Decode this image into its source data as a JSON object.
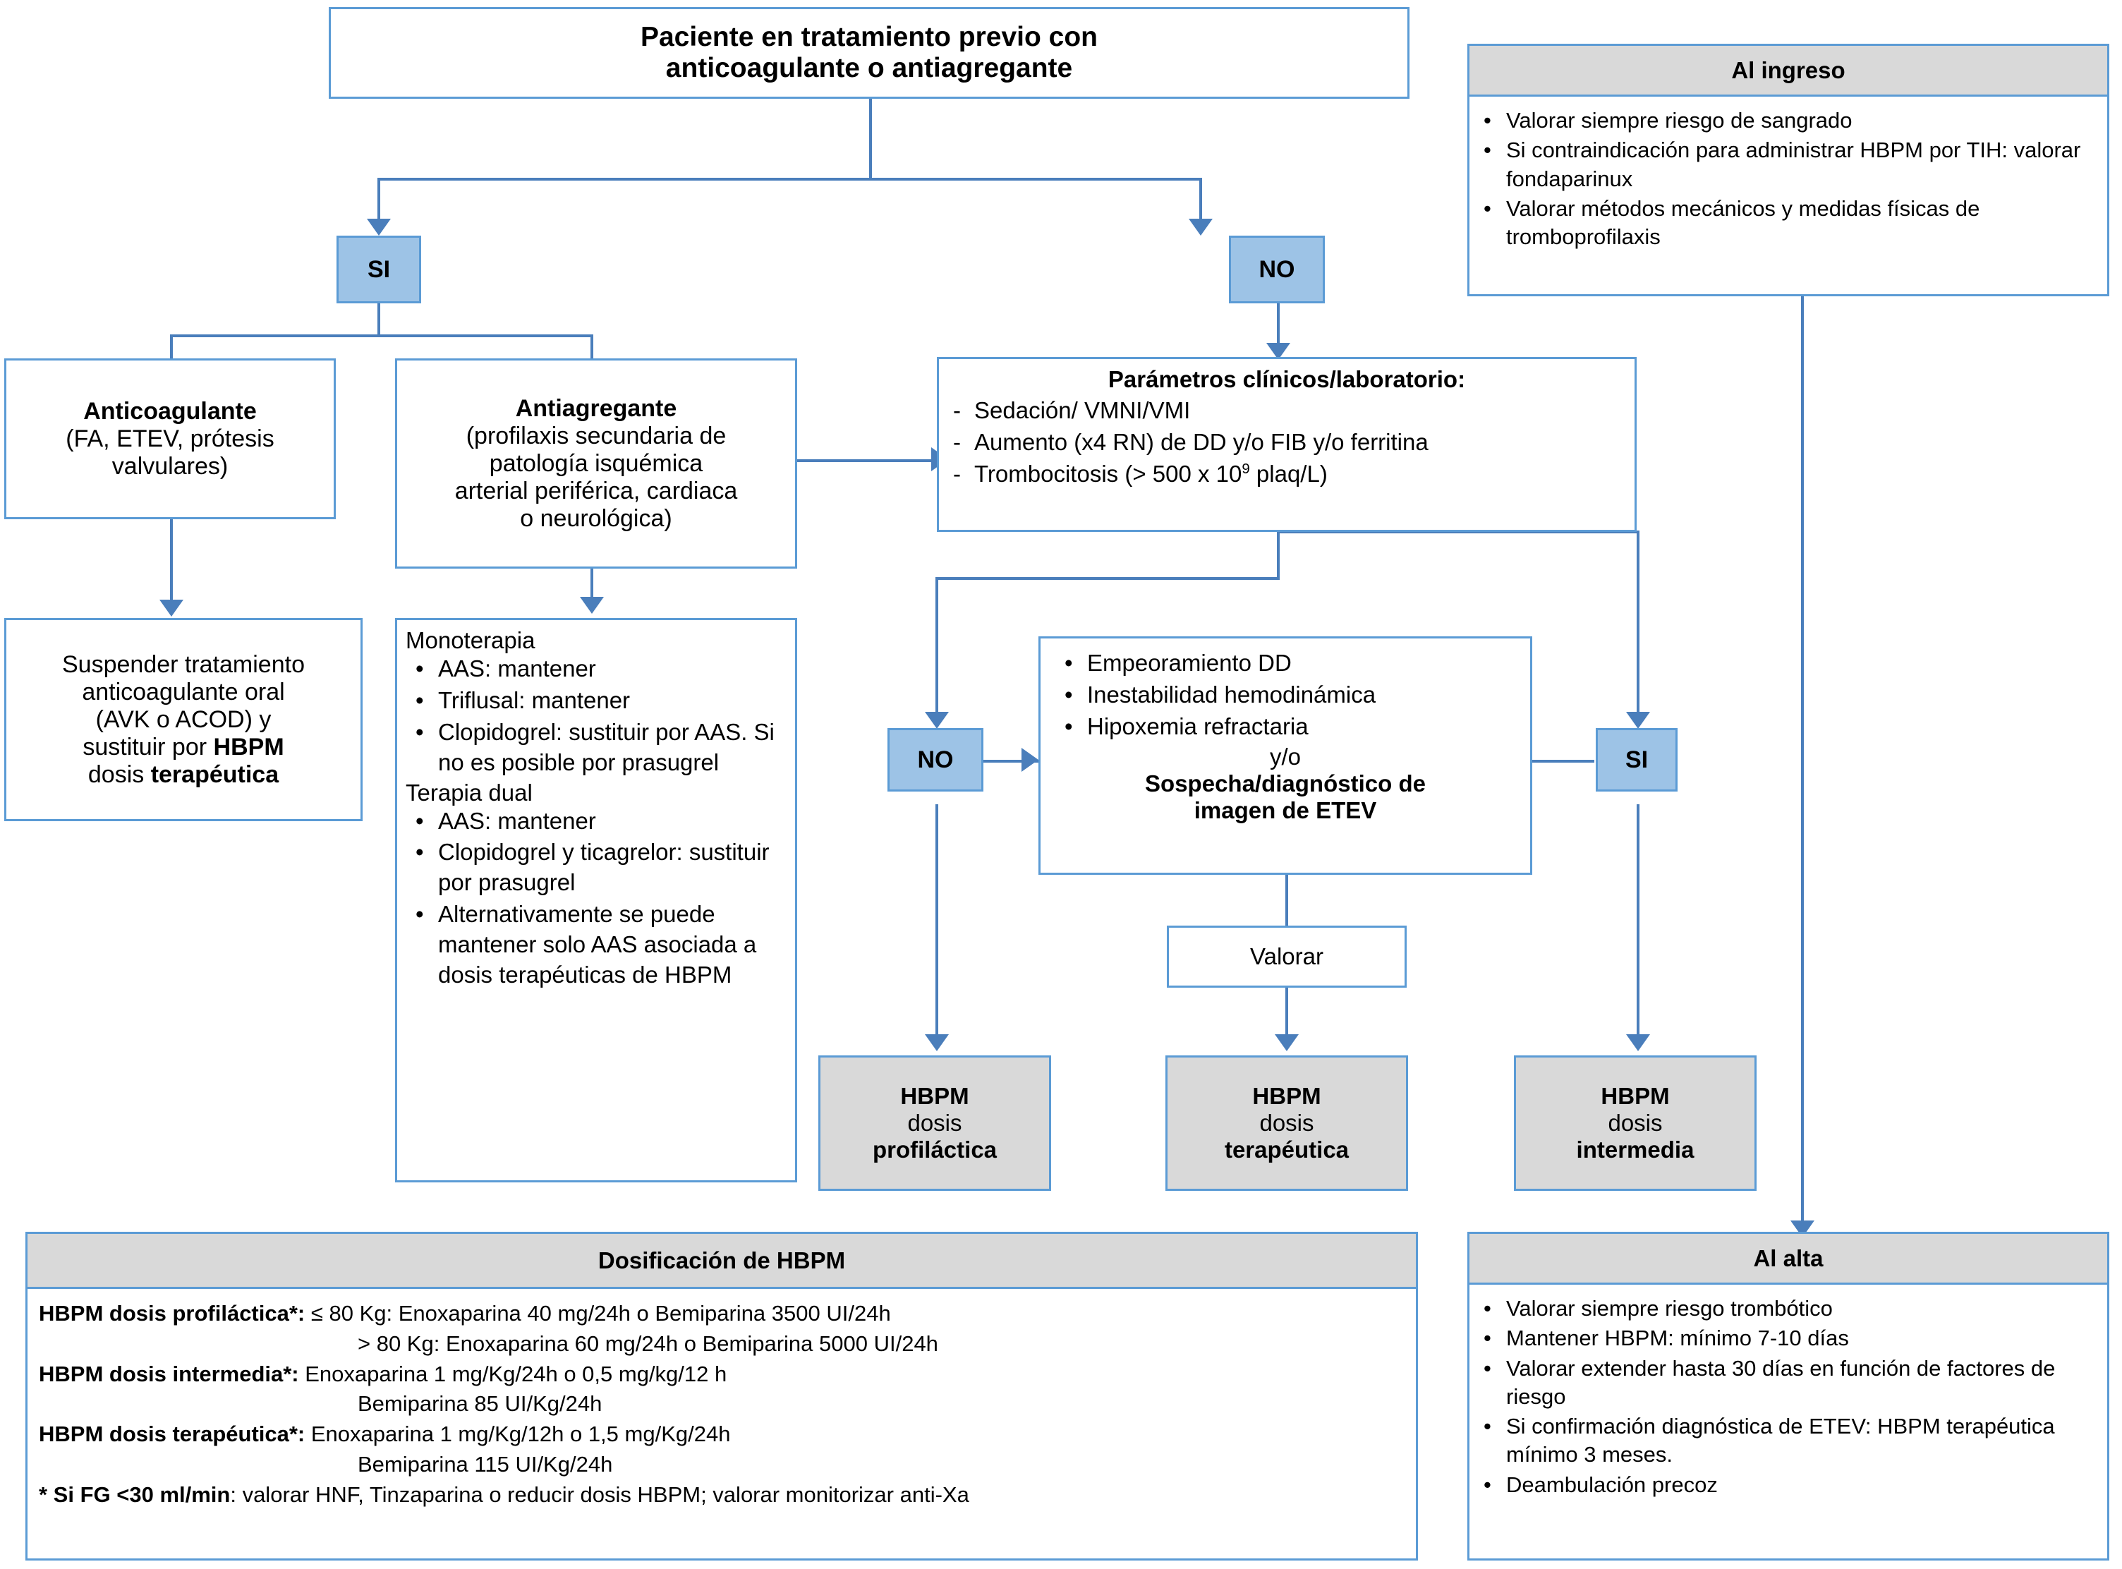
{
  "root": {
    "title": "Paciente en tratamiento previo con anticoagulante o antiagregante",
    "line1": "Paciente en tratamiento previo con",
    "line2": "anticoagulante o antiagregante"
  },
  "decisions": {
    "si_top": "SI",
    "no_top": "NO",
    "no_mid": "NO",
    "si_mid": "SI"
  },
  "admission": {
    "header": "Al ingreso",
    "items": [
      "Valorar siempre riesgo de sangrado",
      "Si contraindicación para administrar HBPM por TIH: valorar fondaparinux",
      "Valorar métodos mecánicos y medidas físicas de tromboprofilaxis"
    ]
  },
  "anticoag": {
    "title": "Anticoagulante",
    "subtitle_l1": "(FA, ETEV, prótesis",
    "subtitle_l2": "valvulares)"
  },
  "antiagg": {
    "title": "Antiagregante",
    "subtitle_l1": "(profilaxis secundaria de",
    "subtitle_l2": "patología isquémica",
    "subtitle_l3": "arterial periférica, cardiaca",
    "subtitle_l4": "o neurológica)"
  },
  "params": {
    "title": "Parámetros clínicos/laboratorio:",
    "items": [
      "Sedación/ VMNI/VMI",
      " Aumento (x4 RN) de DD y/o FIB y/o ferritina"
    ],
    "item3_pre": "Trombocitosis (> 500 x 10",
    "item3_sup": "9",
    "item3_post": " plaq/L)"
  },
  "suspend": {
    "l1": "Suspender tratamiento",
    "l2": "anticoagulante oral",
    "l3": "(AVK o ACOD) y",
    "l4_pre": "sustituir por ",
    "l4_bold": "HBPM",
    "l5_pre": "dosis ",
    "l5_bold": "terapéutica"
  },
  "therapy": {
    "mono_title": "Monoterapia",
    "mono_items": [
      "AAS: mantener",
      "Triflusal: mantener",
      "Clopidogrel: sustituir por AAS. Si no es posible por prasugrel"
    ],
    "dual_title": "Terapia dual",
    "dual_items": [
      "AAS: mantener",
      "Clopidogrel y ticagrelor: sustituir por prasugrel",
      "Alternativamente se puede mantener solo AAS asociada a  dosis terapéuticas de HBPM"
    ]
  },
  "worsening": {
    "items": [
      "Empeoramiento DD",
      "Inestabilidad hemodinámica",
      "Hipoxemia refractaria"
    ],
    "conjunction": "y/o",
    "bold_l1": "Sospecha/diagnóstico de",
    "bold_l2": "imagen de ETEV"
  },
  "valorar": {
    "label": "Valorar"
  },
  "outcomes": [
    {
      "l1": "HBPM",
      "l2": "dosis",
      "l3": "profiláctica"
    },
    {
      "l1": "HBPM",
      "l2": "dosis",
      "l3": "terapéutica"
    },
    {
      "l1": "HBPM",
      "l2": "dosis",
      "l3": "intermedia"
    }
  ],
  "dosing": {
    "header": "Dosificación de HBPM",
    "rows": [
      {
        "label": "HBPM dosis profiláctica*:",
        "text": " ≤ 80 Kg: Enoxaparina 40 mg/24h o Bemiparina 3500 UI/24h"
      },
      {
        "label": "",
        "text": "> 80 Kg: Enoxaparina 60 mg/24h o Bemiparina 5000 UI/24h",
        "indent": true
      },
      {
        "label": "HBPM dosis intermedia*:",
        "text": " Enoxaparina 1 mg/Kg/24h o 0,5 mg/kg/12 h"
      },
      {
        "label": "",
        "text": "Bemiparina 85 UI/Kg/24h",
        "indent": true
      },
      {
        "label": "HBPM dosis terapéutica*:",
        "text": " Enoxaparina 1 mg/Kg/12h o 1,5 mg/Kg/24h"
      },
      {
        "label": "",
        "text": "Bemiparina 115 UI/Kg/24h",
        "indent": true
      },
      {
        "label": "* Si FG <30 ml/min",
        "text": ": valorar HNF, Tinzaparina o reducir dosis HBPM; valorar monitorizar anti-Xa"
      }
    ]
  },
  "discharge": {
    "header": "Al alta",
    "items": [
      "Valorar siempre riesgo trombótico",
      "Mantener HBPM: mínimo 7-10 días",
      "Valorar extender hasta 30 días en función de factores de riesgo",
      "Si confirmación diagnóstica de ETEV: HBPM terapéutica mínimo 3 meses.",
      "Deambulación precoz"
    ]
  },
  "colors": {
    "border_blue": "#5B9BD5",
    "connector_blue": "#4A7EBB",
    "badge_fill": "#9DC3E6",
    "header_grey": "#D9D9D9"
  }
}
